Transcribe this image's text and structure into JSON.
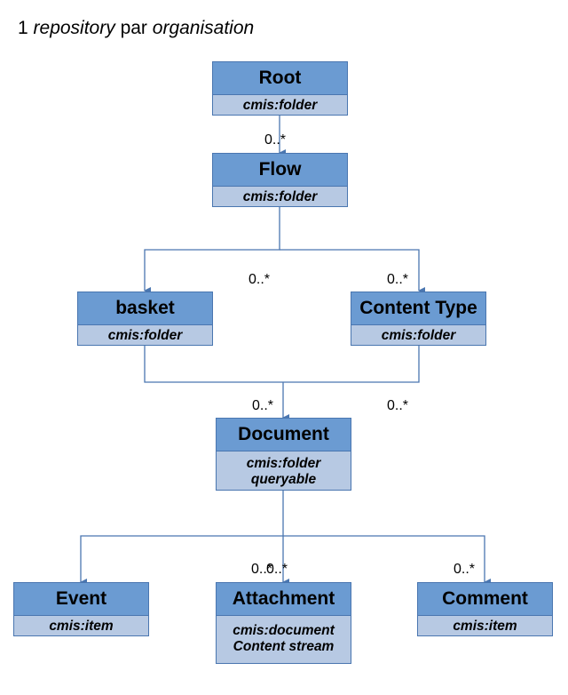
{
  "title": {
    "num": "1",
    "word1": "repository",
    "mid": "par",
    "word2": "organisation"
  },
  "colors": {
    "header": "#6b9bd2",
    "body": "#b7c9e3",
    "border": "#4a76b0",
    "connector": "#4a76b0"
  },
  "nodes": {
    "root": {
      "name": "Root",
      "stereo": [
        "cmis:folder"
      ]
    },
    "flow": {
      "name": "Flow",
      "stereo": [
        "cmis:folder"
      ]
    },
    "basket": {
      "name": "basket",
      "stereo": [
        "cmis:folder"
      ]
    },
    "contenttype": {
      "name": "Content Type",
      "stereo": [
        "cmis:folder"
      ]
    },
    "document": {
      "name": "Document",
      "stereo": [
        "cmis:folder",
        "queryable"
      ]
    },
    "event": {
      "name": "Event",
      "stereo": [
        "cmis:item"
      ]
    },
    "attachment": {
      "name": "Attachment",
      "stereo": [
        "cmis:document",
        "Content stream"
      ]
    },
    "comment": {
      "name": "Comment",
      "stereo": [
        "cmis:item"
      ]
    }
  },
  "multiplicities": [
    "0..*",
    "0..*",
    "0..*",
    "0..*",
    "0..*",
    "0..*",
    "0..*",
    "0..*"
  ]
}
